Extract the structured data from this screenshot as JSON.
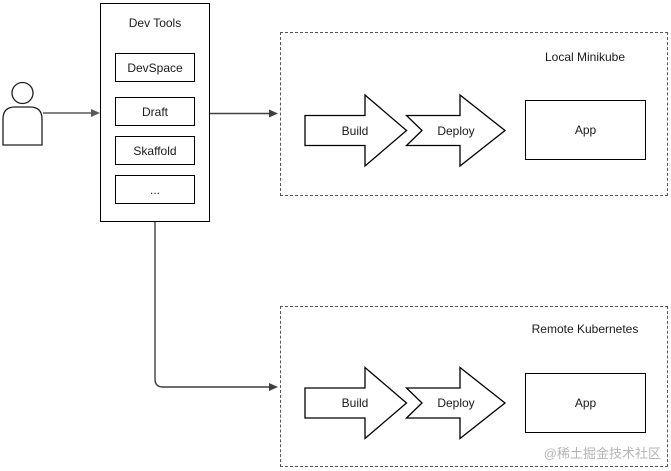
{
  "colors": {
    "shape_stroke": "#000000",
    "connector": "#3f3f3f",
    "actor_connector": "#5a5a5a",
    "dashed_border": "#575757",
    "watermark_text": "#b5b5b5",
    "background": "#ffffff"
  },
  "actor": {
    "name": "user"
  },
  "dev_tools": {
    "title": "Dev Tools",
    "items": [
      "DevSpace",
      "Draft",
      "Skaffold",
      "..."
    ]
  },
  "environments": [
    {
      "title": "Local Minikube",
      "build_label": "Build",
      "deploy_label": "Deploy",
      "app_label": "App"
    },
    {
      "title": "Remote Kubernetes",
      "build_label": "Build",
      "deploy_label": "Deploy",
      "app_label": "App"
    }
  ],
  "watermark": "@稀土掘金技术社区"
}
